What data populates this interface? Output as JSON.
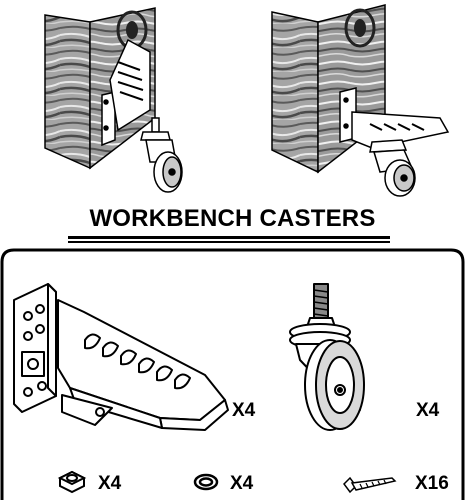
{
  "title": "WORKBENCH CASTERS",
  "parts": {
    "bracket_qty": "X4",
    "caster_qty": "X4",
    "nut_qty": "X4",
    "washer_qty": "X4",
    "screw_qty": "X16"
  },
  "icons": {
    "installed_folded": "caster-installed-folded-illustration",
    "installed_extended": "caster-installed-extended-illustration",
    "bracket": "mounting-bracket-icon",
    "caster": "swivel-caster-icon",
    "nut": "hex-nut-icon",
    "washer": "spring-washer-icon",
    "screw": "wood-screw-icon"
  },
  "colors": {
    "ink": "#000000",
    "wood": "#8a8a8a",
    "background": "#ffffff"
  }
}
